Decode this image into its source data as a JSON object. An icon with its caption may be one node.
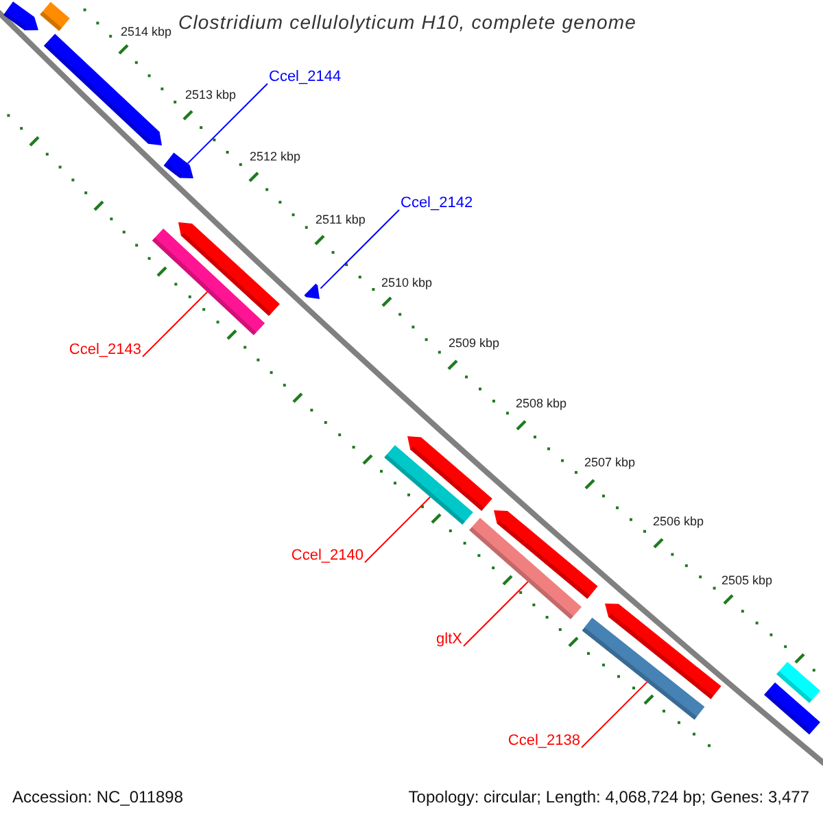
{
  "diagram": {
    "title": "Clostridium cellulolyticum H10, complete genome",
    "nodes": [
      {
        "text": [],
        "shape": "bar"
      },
      {
        "text": [],
        "shape": "arrow"
      },
      {
        "text": [],
        "shape": "arrow"
      },
      {
        "text": [],
        "shape": "arrow"
      },
      {
        "text": [],
        "shape": "arrow"
      },
      {
        "text": [],
        "shape": "bar"
      },
      {
        "text": [],
        "shape": "arrow"
      },
      {
        "text": [],
        "shape": "arrow"
      },
      {
        "text": [],
        "shape": "bar"
      },
      {
        "text": [],
        "shape": "arrow"
      },
      {
        "text": [],
        "shape": "bar"
      },
      {
        "text": [],
        "shape": "arrow"
      },
      {
        "text": [],
        "shape": "bar"
      },
      {
        "text": [],
        "shape": "bar"
      },
      {
        "text": [],
        "shape": "bar"
      },
      {
        "text": [
          "Ccel_2144"
        ]
      },
      {
        "text": [
          "Ccel_2142"
        ]
      },
      {
        "text": [
          "Ccel_2143"
        ]
      },
      {
        "text": [
          "Ccel_2140"
        ]
      },
      {
        "text": [
          "gltX"
        ]
      },
      {
        "text": [
          "Ccel_2138"
        ]
      }
    ],
    "edges": [
      {
        "from": 15,
        "to": 3,
        "arrow": "none",
        "color": "#0000ff"
      },
      {
        "from": 16,
        "to": 6,
        "arrow": "none",
        "color": "#0000ff"
      },
      {
        "from": 17,
        "to": 5,
        "arrow": "none"
      },
      {
        "from": 18,
        "to": 8,
        "arrow": "none"
      },
      {
        "from": 19,
        "to": 10,
        "arrow": "none"
      },
      {
        "from": 20,
        "to": 12,
        "arrow": "none"
      }
    ],
    "labels": [
      "2514 kbp",
      "2513 kbp",
      "2512 kbp",
      "2511 kbp",
      "2510 kbp",
      "2509 kbp",
      "2508 kbp",
      "2507 kbp",
      "2506 kbp",
      "2505 kbp",
      "Accession: NC_011898",
      "Topology: circular; Length: 4,068,724 bp; Genes: 3,477"
    ]
  }
}
